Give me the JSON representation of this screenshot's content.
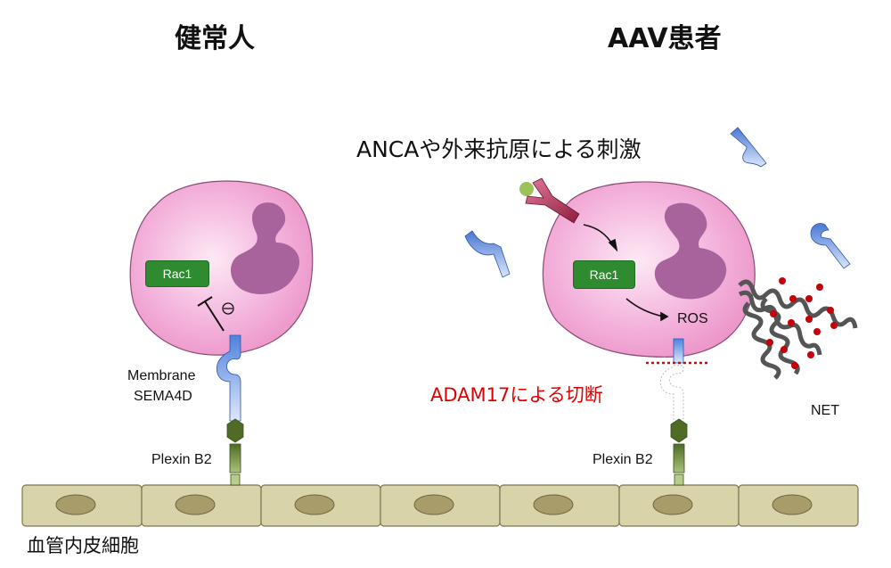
{
  "titles": {
    "healthy": "健常人",
    "patient": "AAV患者"
  },
  "stimulus_label": "ANCAや外来抗原による刺激",
  "healthy": {
    "rac1": "Rac1",
    "inhibit_symbol": "⊖",
    "membrane_line1": "Membrane",
    "membrane_line2": "SEMA4D",
    "plexin": "Plexin B2"
  },
  "patient": {
    "rac1": "Rac1",
    "ros": "ROS",
    "cleavage": "ADAM17による切断",
    "plexin": "Plexin B2",
    "net": "NET"
  },
  "endothelium_label": "血管内皮細胞",
  "colors": {
    "cell": "#f0a8d4",
    "nucleus": "#a8639c",
    "rac1": "#2e8b30",
    "sema4d": "#5b8ee0",
    "plexin": "#5a7a2a",
    "endothelium": "#d9d3aa",
    "cleavage": "#e00000"
  }
}
